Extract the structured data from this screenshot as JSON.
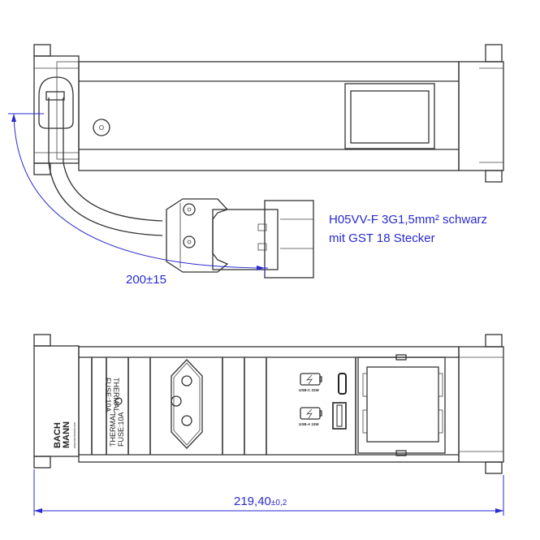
{
  "annotations": {
    "cable_spec_line1": "H05VV-F 3G1,5mm² schwarz",
    "cable_spec_line2": "mit GST 18 Stecker",
    "cable_length": "200±15",
    "total_width": "219,40",
    "total_width_tolerance": "±0,2"
  },
  "front_panel": {
    "fuse_label_a_line1": "THERMAL",
    "fuse_label_a_line2": "FUSE:10A",
    "fuse_label_b_line1": "THERMAL",
    "fuse_label_b_line2": "FUSE:10A",
    "usb_c_label": "USB-C 22W",
    "usb_a_label": "USB-A 10W"
  },
  "logo": {
    "line1": "BACH",
    "line2": "MANN",
    "url": "www.bachmann.com"
  },
  "colors": {
    "dimension": "#2a2ad0",
    "drawing": "#333333"
  },
  "icons": [
    "charging-battery-icon",
    "usb-c-port-icon",
    "usb-a-port-icon",
    "socket-icon"
  ]
}
